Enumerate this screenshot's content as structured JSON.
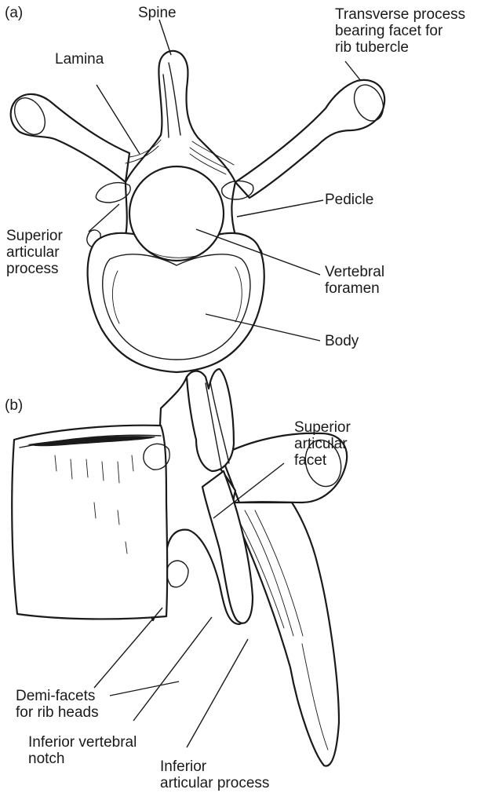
{
  "panel_a": {
    "tag": "(a)",
    "labels": {
      "spine": "Spine",
      "transverse_process": [
        "Transverse process",
        "bearing facet for",
        "rib tubercle"
      ],
      "lamina": "Lamina",
      "pedicle": "Pedicle",
      "superior_articular_process": [
        "Superior",
        "articular",
        "process"
      ],
      "vertebral_foramen": [
        "Vertebral",
        "foramen"
      ],
      "body": "Body"
    }
  },
  "panel_b": {
    "tag": "(b)",
    "labels": {
      "superior_articular_facet": [
        "Superior",
        "articular",
        "facet"
      ],
      "demi_facets": [
        "Demi-facets",
        "for rib heads"
      ],
      "inferior_vertebral_notch": [
        "Inferior vertebral",
        "notch"
      ],
      "inferior_articular_process": [
        "Inferior",
        "articular process"
      ]
    }
  }
}
